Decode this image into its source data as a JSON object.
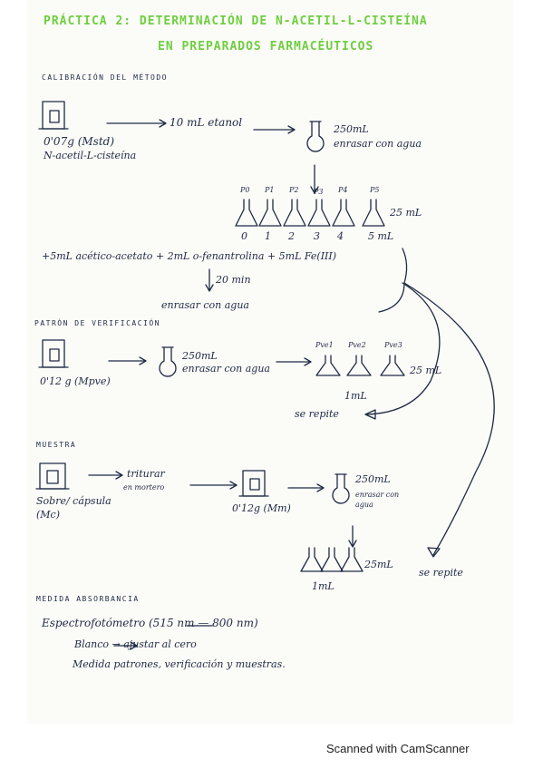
{
  "title": {
    "line1": "PRÁCTICA 2: DETERMINACIÓN DE N-ACETIL-L-CISTEÍNA",
    "line2": "EN PREPARADOS FARMACÉUTICOS"
  },
  "calibracion": {
    "heading": "CALIBRACIÓN DEL MÉTODO",
    "mass": "0'07g (Mstd)",
    "compound": "N-acetil-L-cisteína",
    "ethanol": "10 mL etanol",
    "flask_volume": "250mL",
    "flask_note": "enrasar con agua",
    "pattern_labels": [
      "P0",
      "P1",
      "P2",
      "P3",
      "P4",
      "P5"
    ],
    "pattern_volumes": [
      "0",
      "1",
      "2",
      "3",
      "4",
      "5 mL"
    ],
    "pattern_flask_volume": "25 mL",
    "reagents": "+5mL acético-acetato + 2mL o-fenantrolina + 5mL Fe(III)",
    "wait": "20 min",
    "final": "enrasar con agua"
  },
  "verificacion": {
    "heading": "PATRÓN DE VERIFICACIÓN",
    "mass": "0'12 g (Mpve)",
    "flask_volume": "250mL",
    "flask_note": "enrasar con agua",
    "labels": [
      "Pve1",
      "Pve2",
      "Pve3"
    ],
    "flask_volume_small": "25 mL",
    "aliquot": "1mL",
    "repeat": "se repite"
  },
  "muestra": {
    "heading": "MUESTRA",
    "sample": "Sobre/ cápsula (Mc)",
    "step1": "triturar",
    "step1b": "en mortero",
    "mass": "0'12g (Mm)",
    "flask_volume": "250mL",
    "flask_note": "enrasar con agua",
    "flask_volume_small": "25mL",
    "aliquot": "1mL",
    "repeat": "se repite"
  },
  "absorbancia": {
    "heading": "MEDIDA ABSORBANCIA",
    "line1": "Espectrofotómetro (515 nm — 800 nm)",
    "line2": "Blanco → ajustar al cero",
    "line3": "Medida patrones, verificación y muestras."
  },
  "footer": "Scanned with CamScanner"
}
